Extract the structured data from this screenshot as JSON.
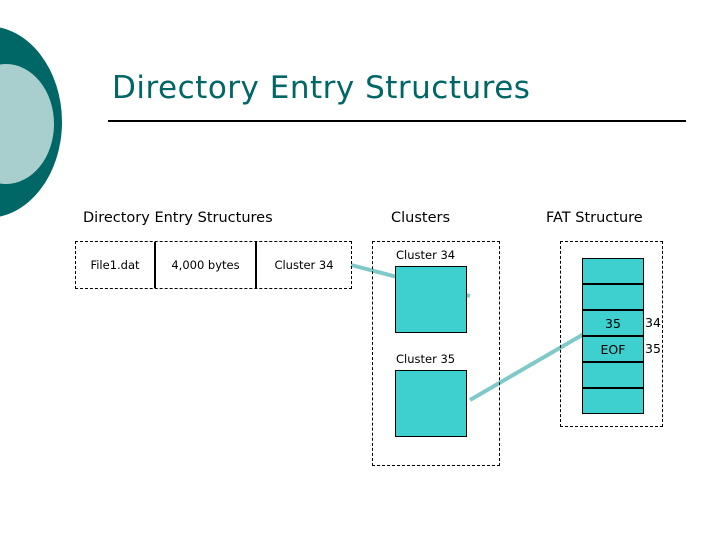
{
  "slide": {
    "title": "Directory Entry Structures",
    "columns": {
      "directory": "Directory Entry Structures",
      "clusters": "Clusters",
      "fat": "FAT Structure"
    },
    "directory_entry": {
      "cells": [
        "File1.dat",
        "4,000 bytes",
        "Cluster 34"
      ]
    },
    "clusters": [
      {
        "label": "Cluster 34"
      },
      {
        "label": "Cluster 35"
      }
    ],
    "fat_table": {
      "rows": [
        {
          "value": "",
          "index": ""
        },
        {
          "value": "",
          "index": ""
        },
        {
          "value": "35",
          "index": "34"
        },
        {
          "value": "EOF",
          "index": "35"
        },
        {
          "value": "",
          "index": ""
        },
        {
          "value": "",
          "index": ""
        }
      ]
    },
    "colors": {
      "title_teal": "#006666",
      "cell_fill": "#3ecfcf",
      "deco_light": "#a8cfcd",
      "connector": "#7fc9c9"
    }
  }
}
